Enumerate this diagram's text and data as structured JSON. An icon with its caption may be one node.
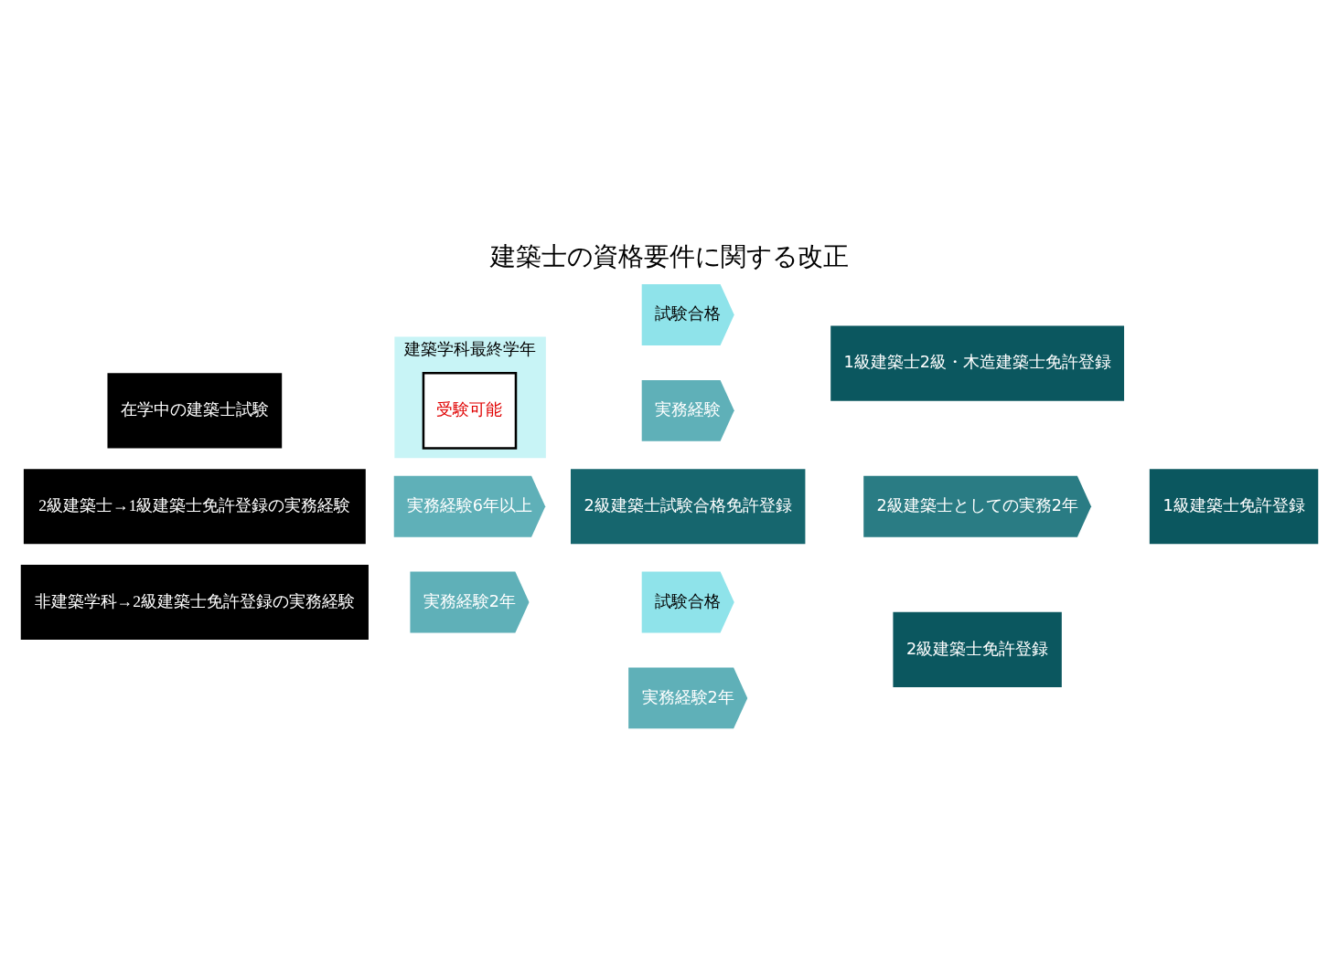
{
  "diagram": {
    "title": "建築士の資格要件に関する改正",
    "nodes": [
      {
        "text": [
          "在学中の建築士試験"
        ]
      },
      {
        "text": [
          "建築学科最終学年"
        ]
      },
      {
        "text": [
          "受験可能"
        ],
        "in": 1
      },
      {
        "text": [
          "試験合格"
        ]
      },
      {
        "text": [
          "実務経験"
        ]
      },
      {
        "text": [
          "1級建築士2級・木造建築士免許登録"
        ]
      },
      {
        "text": [
          "2級建築士→1級建築士免許登録の実務経験"
        ]
      },
      {
        "text": [
          "実務経験6年以上"
        ]
      },
      {
        "text": [
          "2級建築士試験合格免許登録"
        ]
      },
      {
        "text": [
          "2級建築士としての実務2年"
        ]
      },
      {
        "text": [
          "1級建築士免許登録"
        ]
      },
      {
        "text": [
          "非建築学科→2級建築士免許登録の実務経験"
        ]
      },
      {
        "text": [
          "実務経験2年"
        ]
      },
      {
        "text": [
          "試験合格"
        ]
      },
      {
        "text": [
          "実務経験2年"
        ]
      },
      {
        "text": [
          "2級建築士免許登録"
        ]
      }
    ]
  }
}
